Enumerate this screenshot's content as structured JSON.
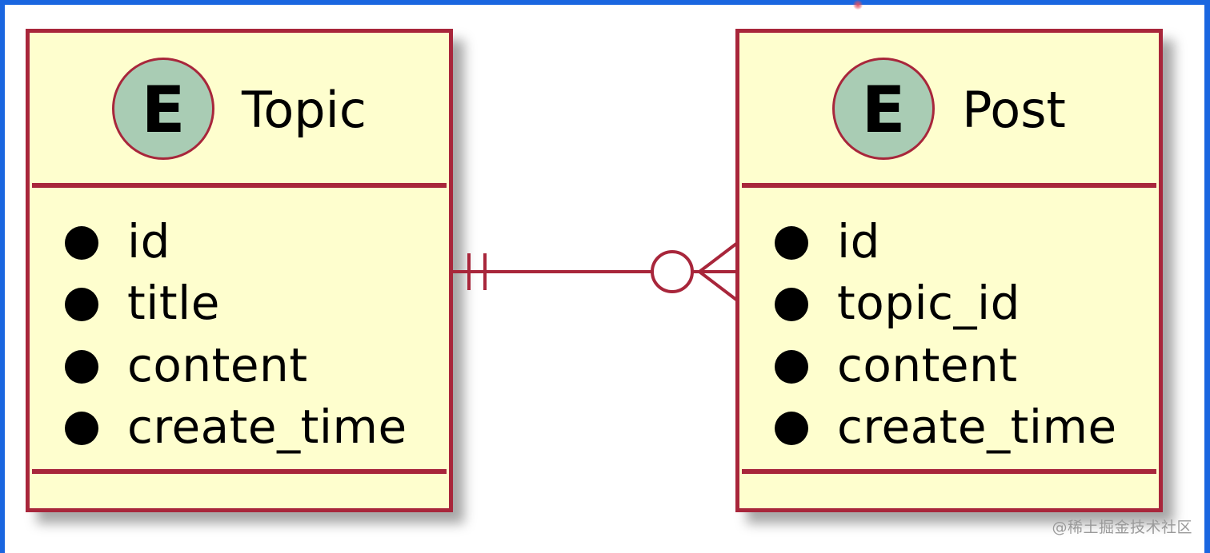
{
  "diagram": {
    "type": "entity-relationship",
    "entities": [
      {
        "id": "topic",
        "stereotype": "E",
        "name": "Topic",
        "attributes": [
          "id",
          "title",
          "content",
          "create_time"
        ]
      },
      {
        "id": "post",
        "stereotype": "E",
        "name": "Post",
        "attributes": [
          "id",
          "topic_id",
          "content",
          "create_time"
        ]
      }
    ],
    "relationships": [
      {
        "from": "Topic",
        "to": "Post",
        "from_cardinality": "exactly-one",
        "to_cardinality": "zero-or-many",
        "notation": "crow's foot"
      }
    ]
  },
  "colors": {
    "entity_fill": "#fefece",
    "entity_border": "#a8263b",
    "stereotype_circle": "#a9ccb4",
    "selection_frame": "#1a66e0",
    "watermark": "#9a9a9a"
  },
  "icons": {
    "bullet": "filled-circle-icon",
    "stereotype": "entity-circle-icon",
    "relation_start": "one-and-only-one-icon",
    "relation_end": "zero-or-many-icon"
  },
  "watermark": "@稀土掘金技术社区"
}
